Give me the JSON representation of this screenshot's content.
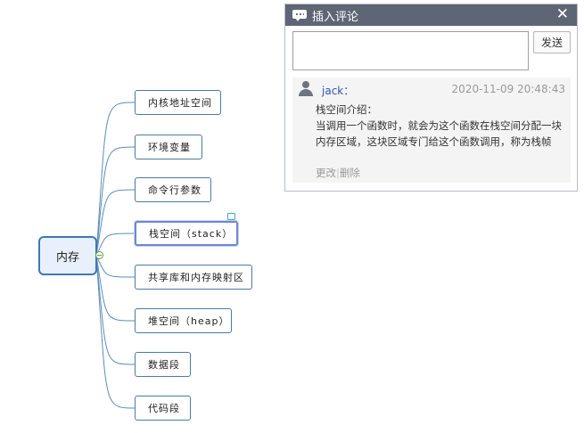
{
  "mindmap": {
    "root": "内存",
    "children": [
      {
        "label": "内核地址空间"
      },
      {
        "label": "环境变量"
      },
      {
        "label": "命令行参数"
      },
      {
        "label": "栈空间（stack）",
        "selected": true
      },
      {
        "label": "共享库和内存映射区"
      },
      {
        "label": "堆空间（heap）"
      },
      {
        "label": "数据段"
      },
      {
        "label": "代码段"
      }
    ],
    "colors": {
      "line": "#5d8db8",
      "node_border": "#4a7aa8",
      "root_fill": "#e8f0fb",
      "selected_border": "#6f86d6"
    }
  },
  "comment_panel": {
    "title": "插入评论",
    "close_label": "✕",
    "input_value": "",
    "send_label": "发送",
    "comment": {
      "author": "jack：",
      "time": "2020-11-09 20:48:43",
      "lines": [
        "栈空间介绍：",
        "当调用一个函数时，就会为这个函数在栈空间分配一块内存区域，这块区域专门给这个函数调用，称为栈帧"
      ],
      "edit_label": "更改",
      "separator": "|",
      "delete_label": "删除"
    },
    "colors": {
      "header": "#5e6676",
      "author": "#2b53b8"
    }
  }
}
